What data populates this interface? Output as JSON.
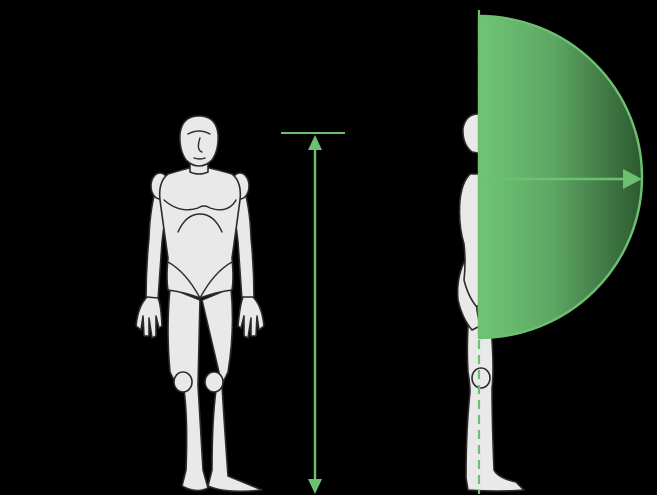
{
  "diagram": {
    "views": [
      "front-view",
      "side-view"
    ],
    "colors": {
      "background": "#000000",
      "figure_fill": "#e9e9e9",
      "figure_outline": "#2b2b2b",
      "accent": "#6cc070",
      "reach_gradient_light": "#6fc575",
      "reach_gradient_dark": "#2c5a30"
    },
    "icons": {
      "height_indicator": "double-headed-arrow",
      "reach_indicator": "right-arrow"
    }
  }
}
